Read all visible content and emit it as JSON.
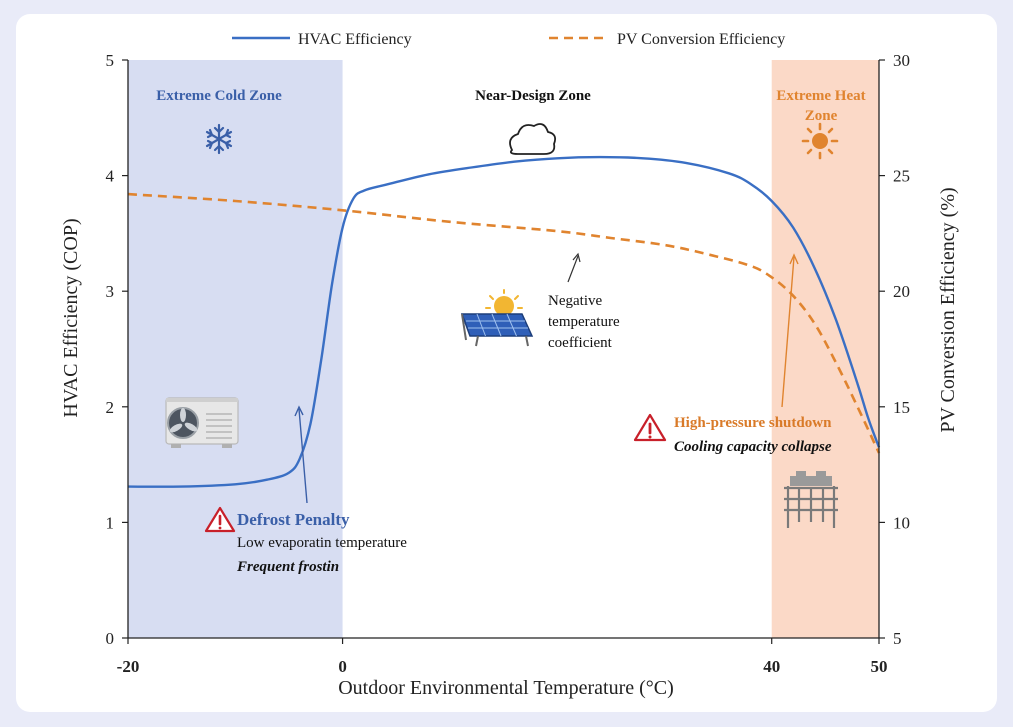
{
  "chart_data": {
    "type": "line",
    "xlabel": "Outdoor Environmental Temperature (°C)",
    "ylabel_left": "HVAC Efficiency (COP)",
    "ylabel_right": "PV Conversion Efficiency (%)",
    "xlim": [
      -20,
      50
    ],
    "ylim_left": [
      0,
      5
    ],
    "ylim_right": [
      5,
      30
    ],
    "x_ticks": [
      "-20",
      "0",
      "40",
      "50"
    ],
    "x_tick_values": [
      -20,
      0,
      40,
      50
    ],
    "y_left_ticks": [
      "0",
      "1",
      "2",
      "3",
      "4",
      "5"
    ],
    "y_right_ticks": [
      "5",
      "10",
      "15",
      "20",
      "25",
      "30"
    ],
    "grid": false,
    "legend_position": "top",
    "series": [
      {
        "name": "HVAC Efficiency",
        "axis": "left",
        "color": "#3a6fc4",
        "style": "solid",
        "x": [
          -20,
          -15,
          -10,
          -7,
          -5,
          -4,
          -3,
          -2,
          -1,
          0,
          1,
          2,
          4,
          8,
          12,
          16,
          20,
          24,
          28,
          32,
          36,
          38,
          40,
          42,
          44,
          46,
          48,
          49,
          50
        ],
        "y": [
          1.31,
          1.31,
          1.33,
          1.37,
          1.43,
          1.55,
          1.85,
          2.4,
          3.05,
          3.55,
          3.8,
          3.87,
          3.92,
          4.01,
          4.07,
          4.12,
          4.15,
          4.16,
          4.15,
          4.11,
          4.02,
          3.93,
          3.78,
          3.55,
          3.2,
          2.75,
          2.2,
          1.9,
          1.65
        ]
      },
      {
        "name": "PV Conversion Efficiency",
        "axis": "right",
        "color": "#e0842f",
        "style": "dashed",
        "x": [
          -20,
          -10,
          0,
          10,
          20,
          25,
          30,
          34,
          38,
          40,
          42,
          44,
          46,
          48,
          50
        ],
        "y": [
          24.2,
          23.9,
          23.5,
          23.0,
          22.6,
          22.3,
          22.0,
          21.6,
          21.1,
          20.6,
          19.8,
          18.6,
          16.9,
          15.0,
          13.0
        ]
      }
    ],
    "zones": [
      {
        "name": "Extreme Cold Zone",
        "x_range": [
          -20,
          0
        ],
        "color": "#d7ddf2"
      },
      {
        "name": "Near-Design Zone",
        "x_range": [
          0,
          40
        ],
        "color": "#ffffff"
      },
      {
        "name": "Extreme Heat Zone",
        "x_range": [
          40,
          50
        ],
        "color": "#fbd9c7"
      }
    ]
  },
  "zone_labels": {
    "cold": "Extreme Cold Zone",
    "design": "Near-Design Zone",
    "heat_line1": "Extreme Heat",
    "heat_line2": "Zone"
  },
  "annotations": {
    "defrost_title": "Defrost Penalty",
    "defrost_line1": "Low evaporatin temperature",
    "defrost_line2": "Frequent frostin",
    "pv_neg_line1": "Negative",
    "pv_neg_line2": "temperature",
    "pv_neg_line3": "coefficient",
    "hp_title": "High-pressure shutdown",
    "hp_subtitle": "Cooling capacity collapse"
  },
  "colors": {
    "hvac": "#3a6fc4",
    "pv": "#e0842f",
    "cold_zone": "#d7ddf2",
    "heat_zone": "#fbd9c7",
    "cold_text": "#3a5fa8",
    "heat_text": "#e0842f",
    "warning": "#c8202a",
    "page_bg": "#e9ebf8"
  },
  "icons": {
    "snowflake": "snowflake-icon",
    "cloud": "cloud-icon",
    "sun": "sun-icon",
    "heat_pump": "heat-pump-icon",
    "solar_panel": "solar-panel-icon",
    "radiator": "radiator-icon",
    "warning": "warning-icon"
  }
}
